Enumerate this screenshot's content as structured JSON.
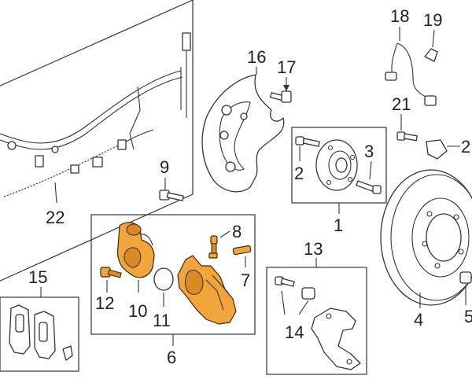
{
  "diagram": {
    "highlight_color": "#f2a53b",
    "line_color": "#333333",
    "callouts": [
      "18",
      "19",
      "16",
      "17",
      "21",
      "2",
      "3",
      "1",
      "9",
      "22",
      "8",
      "7",
      "12",
      "10",
      "11",
      "6",
      "13",
      "14",
      "15",
      "4",
      "5"
    ]
  }
}
